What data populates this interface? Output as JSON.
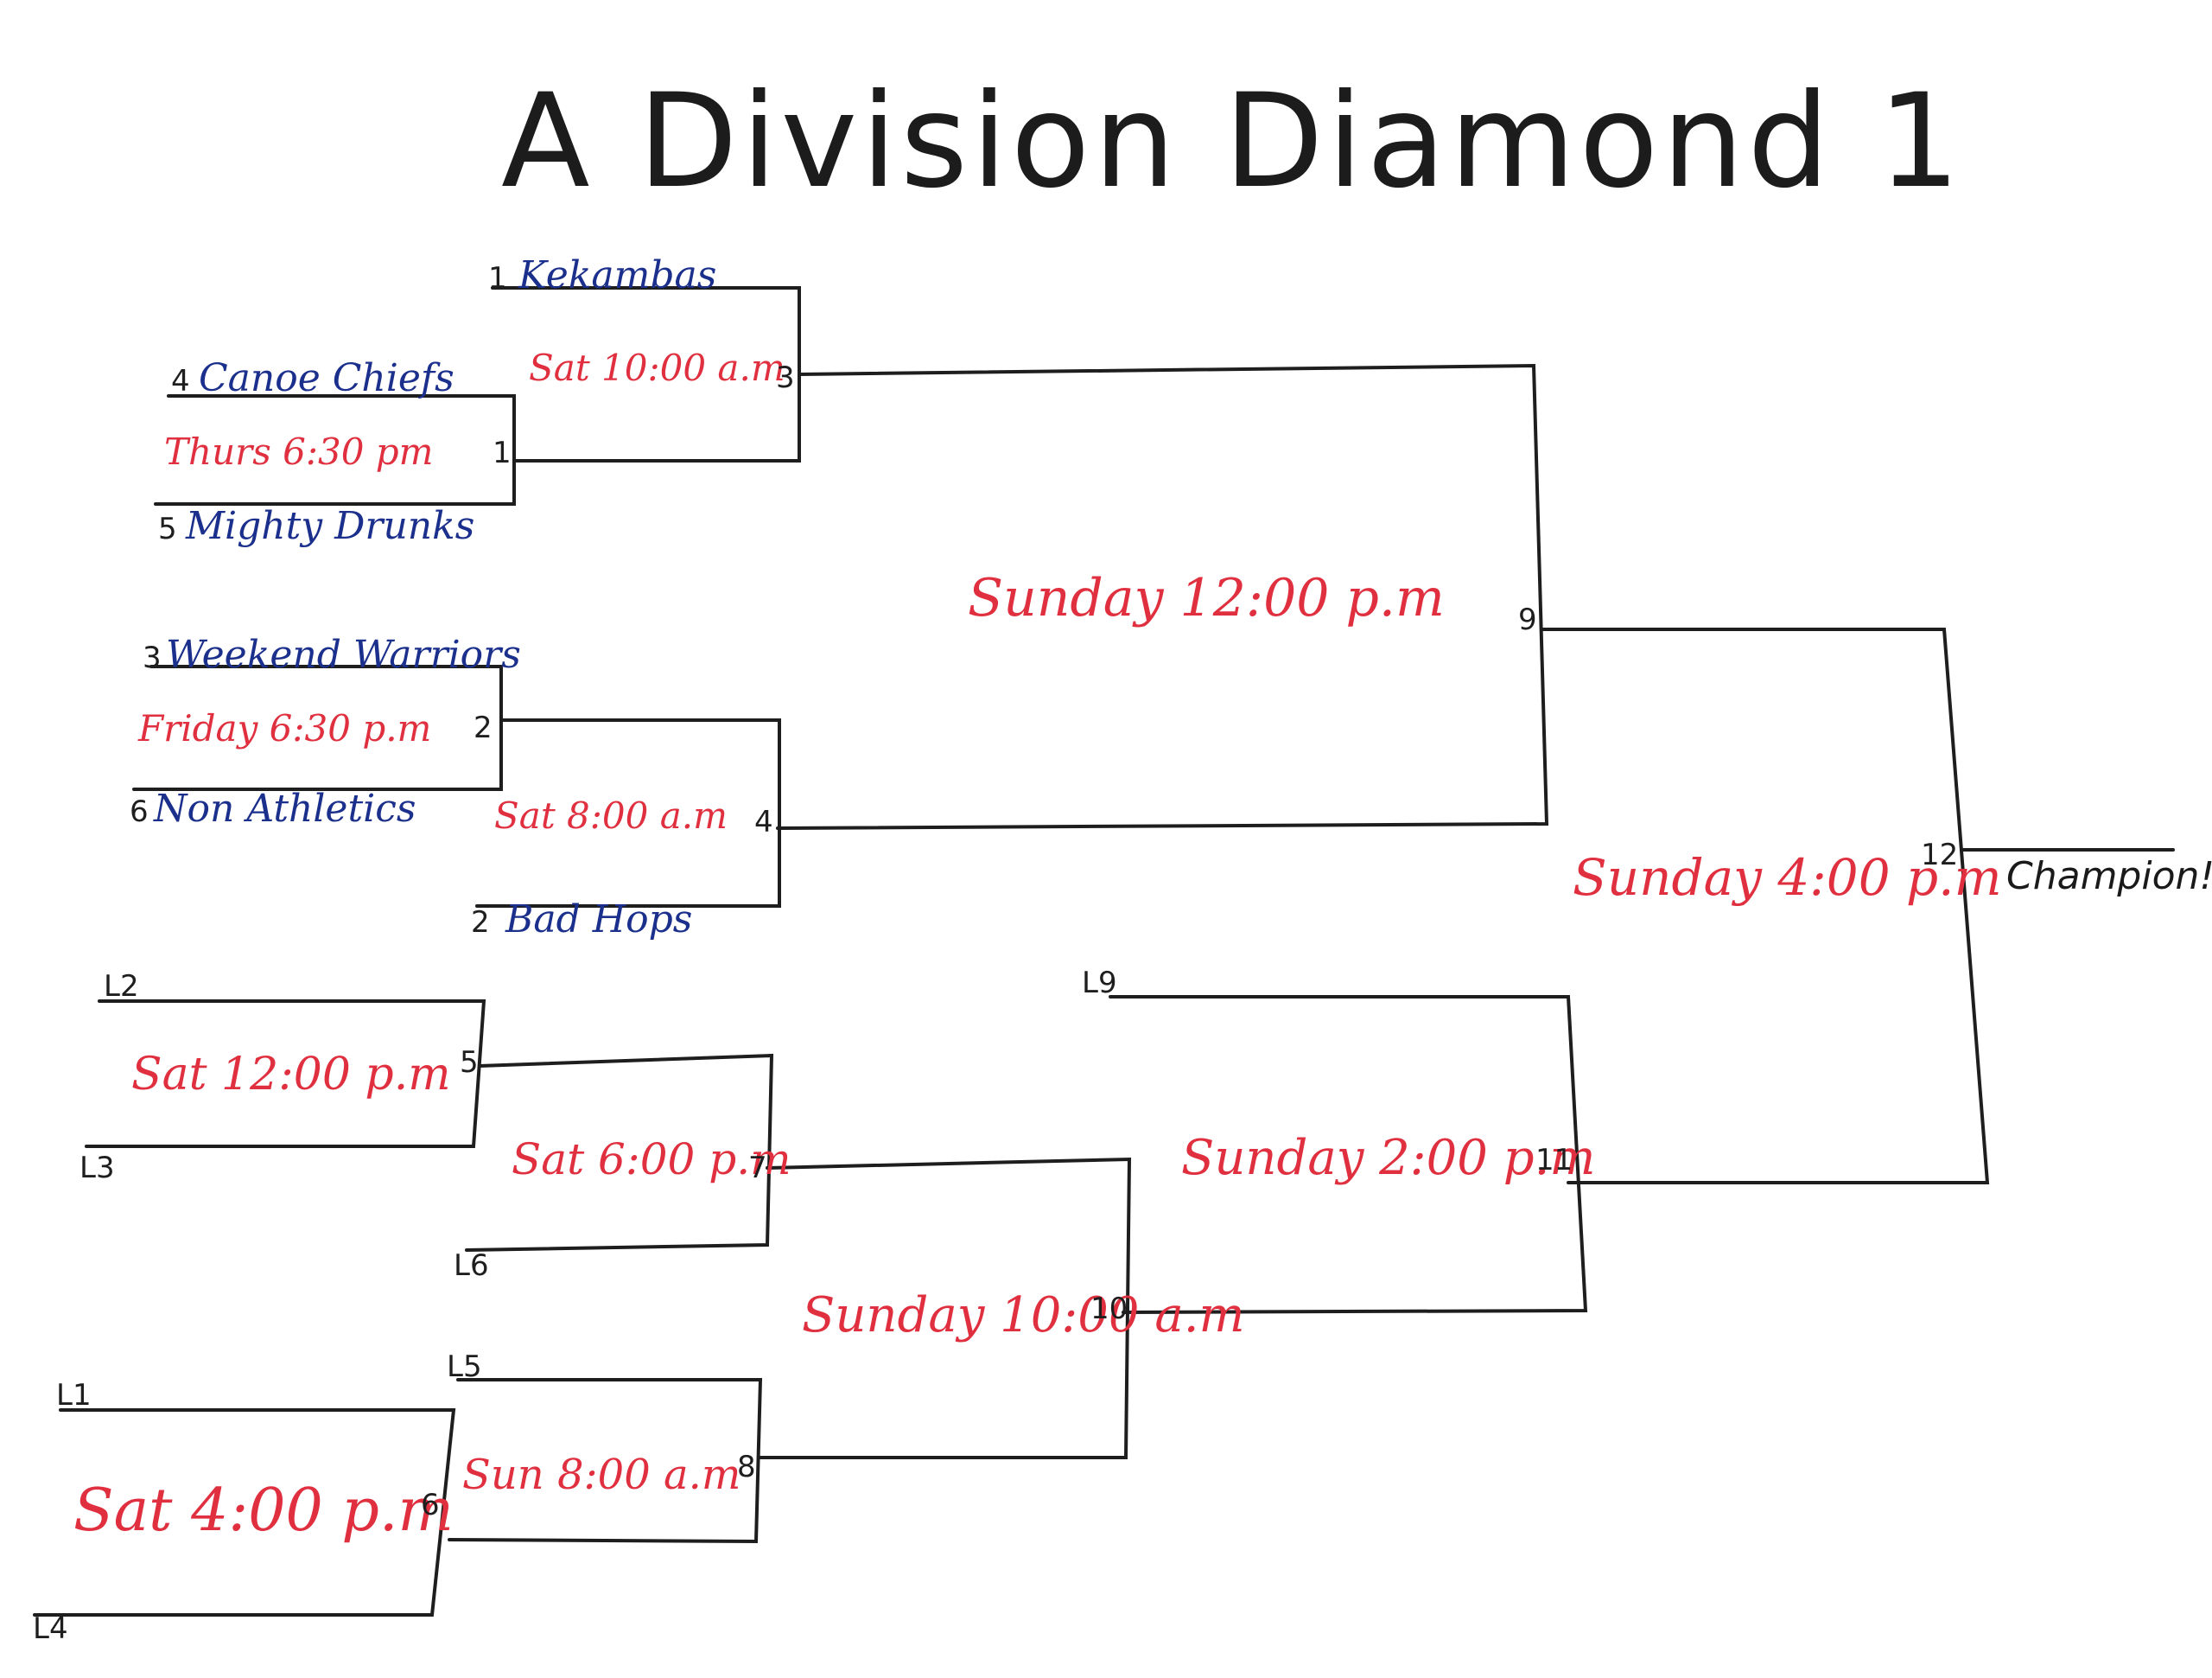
{
  "title": "A Division Diamond 1",
  "colors": {
    "team": "#1b2f8c",
    "schedule": "#e0303f",
    "ink": "#1e1e1e"
  },
  "teams": {
    "kekambas": "Kekambas",
    "canoe_chiefs": "Canoe Chiefs",
    "mighty_drunks": "Mighty Drunks",
    "weekend_warriors": "Weekend Warriors",
    "non_athletics": "Non Athletics",
    "bad_hops": "Bad Hops"
  },
  "seeds": {
    "kekambas": "1",
    "canoe_chiefs": "4",
    "mighty_drunks": "5",
    "weekend_warriors": "3",
    "non_athletics": "6",
    "bad_hops": "2"
  },
  "games": {
    "g1": {
      "number": "1",
      "time": "Thurs 6:30 pm"
    },
    "g2": {
      "number": "2",
      "time": "Friday 6:30 p.m"
    },
    "g3": {
      "number": "3",
      "time": "Sat 10:00 a.m"
    },
    "g4": {
      "number": "4",
      "time": "Sat 8:00 a.m"
    },
    "g5": {
      "number": "5",
      "time": "Sat 12:00 p.m"
    },
    "g6": {
      "number": "6",
      "time": "Sat 4:00 p.m"
    },
    "g7": {
      "number": "7",
      "time": "Sat 6:00 p.m"
    },
    "g8": {
      "number": "8",
      "time": "Sun 8:00 a.m"
    },
    "g9": {
      "number": "9",
      "time": "Sunday 12:00 p.m"
    },
    "g10": {
      "number": "10",
      "time": "Sunday 10:00 a.m"
    },
    "g11": {
      "number": "11",
      "time": "Sunday 2:00 p.m"
    },
    "g12": {
      "number": "12",
      "time": "Sunday 4:00 p.m"
    }
  },
  "losers": {
    "l1": "L1",
    "l2": "L2",
    "l3": "L3",
    "l4": "L4",
    "l5": "L5",
    "l6": "L6",
    "l9": "L9"
  },
  "champion": "Champion!"
}
